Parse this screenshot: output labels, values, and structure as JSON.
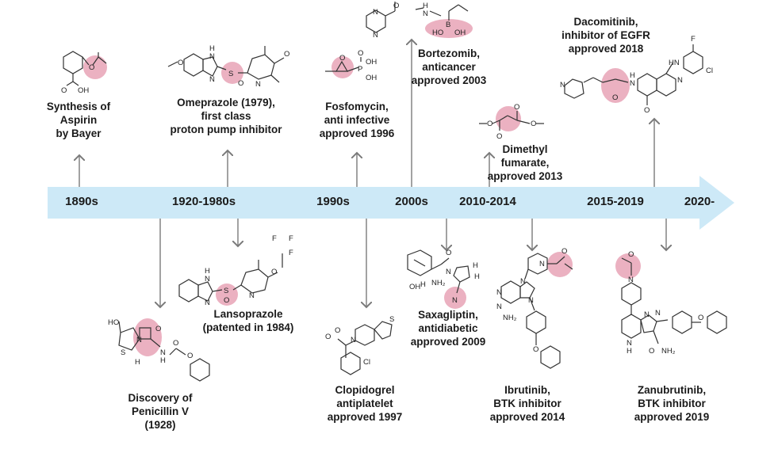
{
  "timeline": {
    "eras": [
      "1890s",
      "1920-1980s",
      "1990s",
      "2000s",
      "2010-2014",
      "2015-2019",
      "2020-"
    ],
    "events_above": [
      {
        "lines": [
          "Synthesis of",
          "Aspirin",
          "by Bayer"
        ]
      },
      {
        "lines": [
          "Omeprazole (1979),",
          "first class",
          "proton pump inhibitor"
        ]
      },
      {
        "lines": [
          "Fosfomycin,",
          "anti infective",
          "approved 1996"
        ]
      },
      {
        "lines": [
          "Bortezomib,",
          "anticancer",
          "approved 2003"
        ]
      },
      {
        "lines": [
          "Dimethyl",
          "fumarate,",
          "approved 2013"
        ]
      },
      {
        "lines": [
          "Dacomitinib,",
          "inhibitor of EGFR",
          "approved 2018"
        ]
      }
    ],
    "events_below": [
      {
        "lines": [
          "Discovery of",
          "Penicillin V",
          "(1928)"
        ]
      },
      {
        "lines": [
          "Lansoprazole",
          "(patented in 1984)"
        ]
      },
      {
        "lines": [
          "Clopidogrel",
          "antiplatelet",
          "approved 1997"
        ]
      },
      {
        "lines": [
          "Saxagliptin,",
          "antidiabetic",
          "approved 2009"
        ]
      },
      {
        "lines": [
          "Ibrutinib,",
          "BTK inhibitor",
          "approved 2014"
        ]
      },
      {
        "lines": [
          "Zanubrutinib,",
          "BTK inhibitor",
          "approved 2019"
        ]
      }
    ]
  },
  "structure_atoms": {
    "aspirin": [
      "O",
      "OH",
      "O"
    ],
    "omeprazole": [
      "O",
      "H",
      "N",
      "N",
      "S",
      "O",
      "N",
      "O"
    ],
    "fosfomycin": [
      "O",
      "O",
      "OH",
      "P",
      "OH"
    ],
    "bortezomib": [
      "N",
      "N",
      "O",
      "H",
      "N",
      "B",
      "OH",
      "HO"
    ],
    "dimethyl_fumarate": [
      "O",
      "O",
      "O",
      "O"
    ],
    "dacomitinib": [
      "F",
      "HN",
      "Cl",
      "N",
      "H",
      "N",
      "O",
      "N",
      "O"
    ],
    "penicillin": [
      "O",
      "HO",
      "N",
      "S",
      "H",
      "N",
      "H",
      "O",
      "O"
    ],
    "lansoprazole": [
      "F",
      "F",
      "F",
      "O",
      "H",
      "N",
      "N",
      "S",
      "O",
      "N"
    ],
    "clopidogrel": [
      "O",
      "O",
      "S",
      "N",
      "Cl"
    ],
    "saxagliptin": [
      "O",
      "H",
      "N",
      "OH",
      "NH₂",
      "H",
      "H",
      "N"
    ],
    "ibrutinib": [
      "O",
      "N",
      "N",
      "N",
      "N",
      "N",
      "NH₂",
      "O"
    ],
    "zanubrutinib": [
      "O",
      "N",
      "N",
      "N",
      "H",
      "O",
      "NH₂",
      "N",
      "O"
    ]
  },
  "colors": {
    "arrow_band": "#cde9f7",
    "highlight": "#e8a3b6",
    "connector": "#7a7a7a"
  }
}
